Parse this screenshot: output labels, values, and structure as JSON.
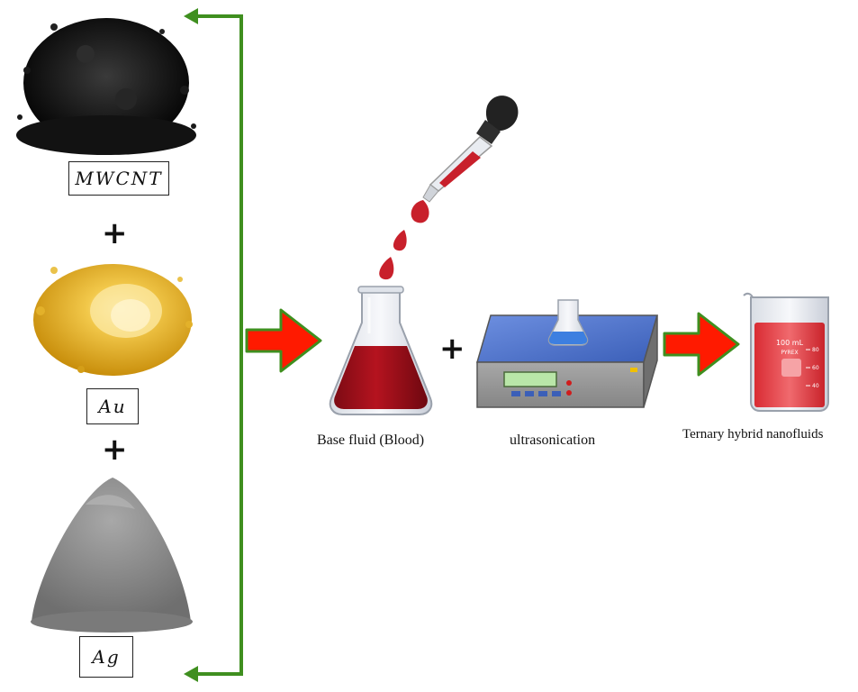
{
  "materials": [
    {
      "label": "MWCNT",
      "color": "#151515"
    },
    {
      "label": "Au",
      "color": "#e0ad1e"
    },
    {
      "label": "Ag",
      "color": "#8d8d8d"
    }
  ],
  "plus_sign": "+",
  "steps": [
    {
      "caption": "Base fluid (Blood)"
    },
    {
      "caption": "ultrasonication"
    },
    {
      "caption": "Ternary hybrid nanofluids"
    }
  ],
  "beaker_marks": {
    "volume": "100 mL",
    "brand": "PYREX",
    "ticks": [
      "80",
      "60",
      "40"
    ]
  },
  "colors": {
    "arrow_red": "#ff1a00",
    "arrow_outline": "#3f8f1f",
    "bracket_green": "#3f8f1f",
    "blood": "#a3101c",
    "nanofluid": "#e8444a",
    "device_top": "#4a6fc9",
    "device_body": "#9e9e9e"
  }
}
